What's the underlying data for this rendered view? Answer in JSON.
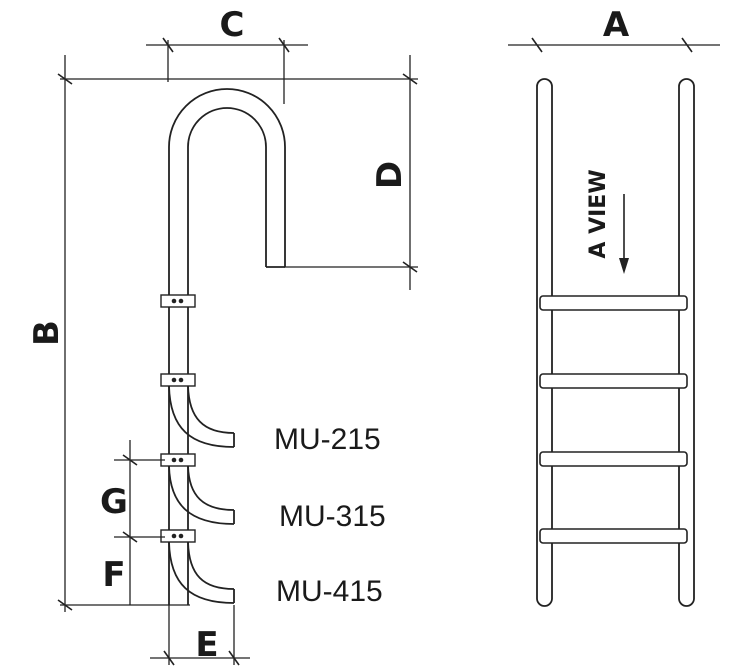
{
  "dimensions": {
    "A": "A",
    "B": "B",
    "C": "C",
    "D": "D",
    "E": "E",
    "F": "F",
    "G": "G"
  },
  "models": [
    "MU-215",
    "MU-315",
    "MU-415"
  ],
  "view_label": "A VIEW"
}
